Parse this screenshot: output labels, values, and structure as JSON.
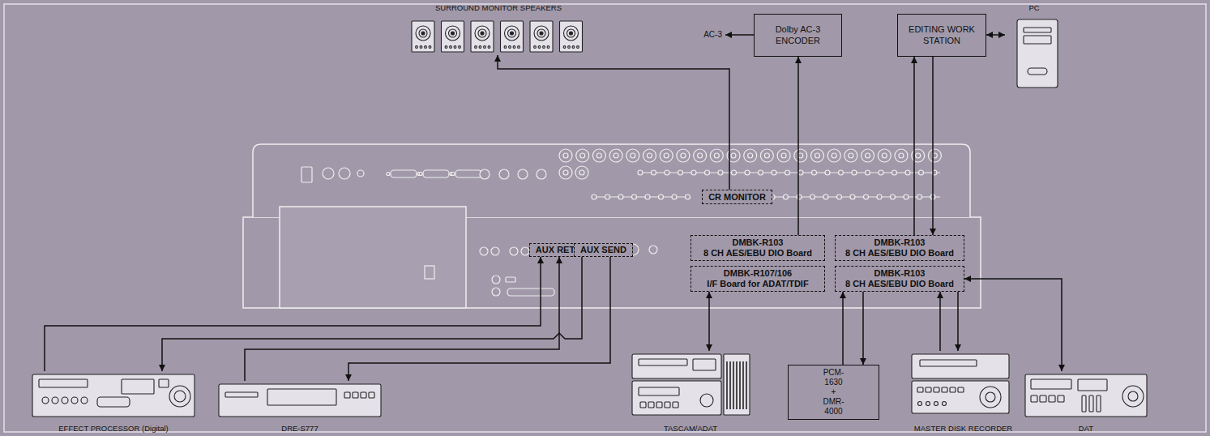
{
  "diagram": {
    "nodes": [
      {
        "text": [
          "SURROUND MONITOR SPEAKERS"
        ]
      },
      {
        "text": [
          "Dolby AC-3 ENCODER"
        ]
      },
      {
        "text": [
          "EDITING WORK STATION"
        ]
      },
      {
        "text": [
          "PC"
        ]
      },
      {
        "text": [
          "CR MONITOR"
        ]
      },
      {
        "text": [
          "AUX RET"
        ]
      },
      {
        "text": [
          "AUX SEND"
        ]
      },
      {
        "text": [
          "DMBK-R103",
          "8 CH AES/EBU DIO Board"
        ]
      },
      {
        "text": [
          "DMBK-R103",
          "8 CH AES/EBU DIO Board"
        ]
      },
      {
        "text": [
          "DMBK-R107/106",
          "I/F Board for ADAT/TDIF"
        ]
      },
      {
        "text": [
          "DMBK-R103",
          "8 CH AES/EBU DIO Board"
        ]
      },
      {
        "text": [
          "EFFECT PROCESSOR (Digital)"
        ]
      },
      {
        "text": [
          "DRE-S777"
        ]
      },
      {
        "text": [
          "TASCAM/ADAT"
        ]
      },
      {
        "text": [
          "PCM-1630 + DMR-4000"
        ]
      },
      {
        "text": [
          "MASTER DISK RECORDER"
        ]
      },
      {
        "text": [
          "DAT"
        ]
      }
    ],
    "edges": [
      {
        "from": 4,
        "to": 0,
        "arrow": "to"
      },
      {
        "from": 7,
        "to": 1,
        "arrow": "to"
      },
      {
        "from": 2,
        "to": 3,
        "arrow": "both"
      },
      {
        "from": 8,
        "to": 2,
        "arrow": "to"
      },
      {
        "from": 2,
        "to": 8,
        "arrow": "to"
      },
      {
        "from": 9,
        "to": 13,
        "arrow": "both"
      },
      {
        "from": 11,
        "to": 5,
        "arrow": "to"
      },
      {
        "from": 12,
        "to": 5,
        "arrow": "to"
      },
      {
        "from": 6,
        "to": 11,
        "arrow": "to"
      },
      {
        "from": 6,
        "to": 12,
        "arrow": "to"
      },
      {
        "from": 14,
        "to": 10,
        "arrow": "to"
      },
      {
        "from": 10,
        "to": 14,
        "arrow": "to"
      },
      {
        "from": 15,
        "to": 10,
        "arrow": "to"
      },
      {
        "from": 10,
        "to": 15,
        "arrow": "to"
      },
      {
        "from": 10,
        "to": 16,
        "arrow": "both"
      }
    ],
    "labels": [
      "AC-3"
    ]
  }
}
